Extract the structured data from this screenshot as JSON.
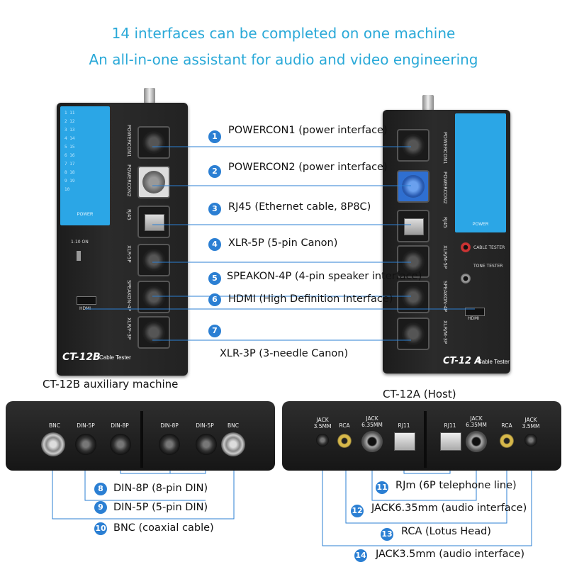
{
  "headline": {
    "line1": "14 interfaces can be completed on one machine",
    "line2": "An all-in-one assistant for audio and video engineering"
  },
  "device_left": {
    "model": "CT-12B",
    "model_suffix": "Cable Tester",
    "caption": "CT-12B auxiliary machine",
    "power_label": "POWER",
    "hdmi_label": "HDMI",
    "switch_text": "1-10 ON",
    "port_labels": [
      "POWERCON1",
      "POWERCON2",
      "RJ45",
      "XLR-5P",
      "SPEAKON-4P",
      "XLR/F-3P"
    ]
  },
  "device_right": {
    "model": "CT-12 A",
    "model_suffix": "Cable Tester",
    "caption": "CT-12A (Host)",
    "power_label": "POWER",
    "hdmi_label": "HDMI",
    "cable_tester_text": "CABLE TESTER",
    "tone_tester_text": "TONE TESTER",
    "port_labels": [
      "POWERCON1",
      "POWERCON2",
      "RJ45",
      "XLR/M-5P",
      "SPEAKON-4P",
      "XLR/M-3P"
    ]
  },
  "callouts": [
    {
      "num": "1",
      "text": "POWERCON1 (power interface)"
    },
    {
      "num": "2",
      "text": "POWERCON2 (power interface)"
    },
    {
      "num": "3",
      "text": "RJ45 (Ethernet cable, 8P8C)"
    },
    {
      "num": "4",
      "text": "XLR-5P (5-pin Canon)"
    },
    {
      "num": "5",
      "text": "SPEAKON-4P (4-pin speaker interface)"
    },
    {
      "num": "6",
      "text": "HDMI (High Definition Interface)"
    },
    {
      "num": "7",
      "text": "XLR-3P (3-needle Canon)"
    }
  ],
  "bottom_left_labels": [
    "BNC",
    "DIN-5P",
    "DIN-8P",
    "DIN-8P",
    "DIN-5P",
    "BNC"
  ],
  "bottom_right_labels": [
    "JACK 3.5MM",
    "RCA",
    "JACK 6.35MM",
    "RJ11",
    "RJ11",
    "JACK 6.35MM",
    "RCA",
    "JACK 3.5MM"
  ],
  "bottom_callouts": [
    {
      "num": "8",
      "text": "DIN-8P (8-pin DIN)"
    },
    {
      "num": "9",
      "text": "DIN-5P (5-pin DIN)"
    },
    {
      "num": "10",
      "text": "BNC (coaxial cable)"
    },
    {
      "num": "11",
      "text": "RJm (6P telephone line)"
    },
    {
      "num": "12",
      "text": "JACK6.35mm (audio interface)"
    },
    {
      "num": "13",
      "text": "RCA (Lotus Head)"
    },
    {
      "num": "14",
      "text": "JACK3.5mm (audio interface)"
    }
  ],
  "colors": {
    "accent": "#2aa9d8",
    "badge": "#2b7fd3",
    "lcd": "#2ba6e6",
    "device": "#222222"
  }
}
